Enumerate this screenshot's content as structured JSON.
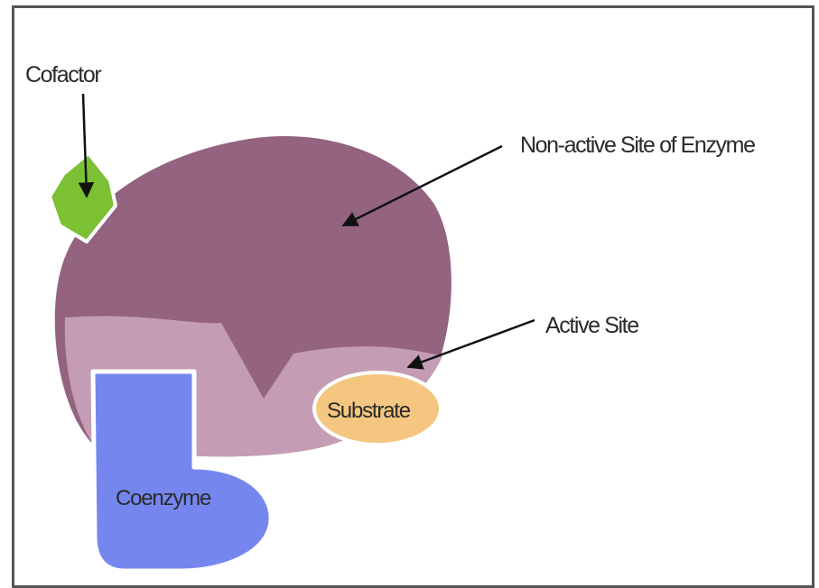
{
  "labels": {
    "cofactor": "Cofactor",
    "non_active_site": "Non-active Site of Enzyme",
    "active_site": "Active Site",
    "substrate": "Substrate",
    "coenzyme": "Coenzyme"
  },
  "colors": {
    "enzyme_body": "#936380",
    "active_site_region": "#c49db5",
    "cofactor": "#7bc133",
    "substrate": "#f4c680",
    "coenzyme": "#7587ef",
    "frame": "#555555",
    "arrow": "#111111",
    "text": "#2a2a2a"
  }
}
